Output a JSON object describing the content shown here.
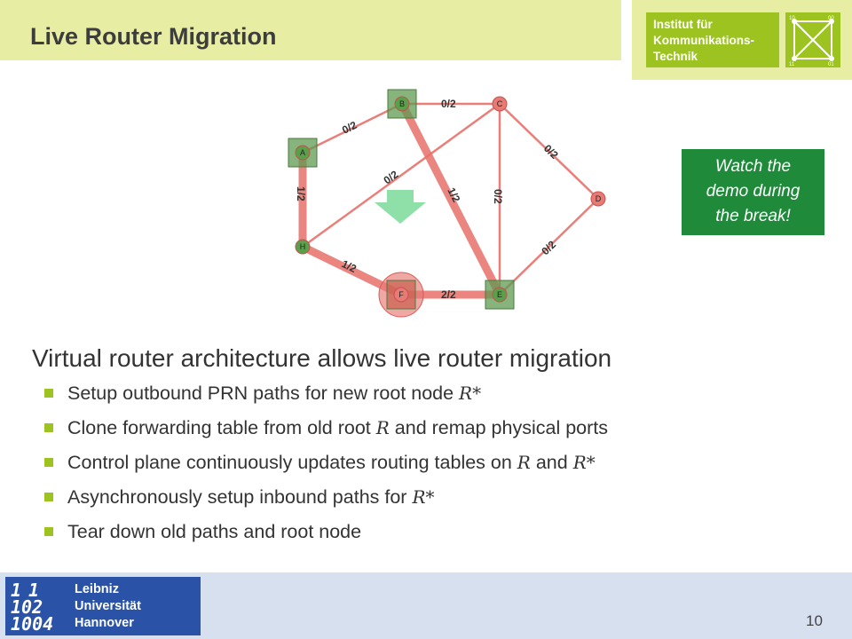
{
  "header": {
    "title": "Live Router Migration",
    "institute": {
      "line1": "Institut für",
      "line2": "Kommunikations-",
      "line3": "Technik"
    },
    "logo_labels": [
      "10",
      "00",
      "11",
      "01"
    ]
  },
  "callout": {
    "line1": "Watch the",
    "line2": "demo during",
    "line3": "the break!"
  },
  "diagram": {
    "nodes": [
      "A",
      "B",
      "C",
      "D",
      "E",
      "F",
      "H"
    ],
    "edges": [
      {
        "from": "A",
        "to": "B",
        "label": "0/2"
      },
      {
        "from": "B",
        "to": "C",
        "label": "0/2"
      },
      {
        "from": "C",
        "to": "D",
        "label": "0/2"
      },
      {
        "from": "A",
        "to": "H",
        "label": "1/2"
      },
      {
        "from": "H",
        "to": "C",
        "label": "0/2"
      },
      {
        "from": "B",
        "to": "E",
        "label": "1/2"
      },
      {
        "from": "C",
        "to": "E",
        "label": "0/2"
      },
      {
        "from": "D",
        "to": "E",
        "label": "0/2"
      },
      {
        "from": "H",
        "to": "F",
        "label": "1/2"
      },
      {
        "from": "F",
        "to": "E",
        "label": "2/2"
      }
    ]
  },
  "content": {
    "heading": "Virtual router architecture allows live router migration",
    "bullets": [
      {
        "before": "Setup outbound PRN paths for new root node ",
        "math1": "R*",
        "middle": "",
        "math2": "",
        "after": ""
      },
      {
        "before": "Clone forwarding table from old root ",
        "math1": "R",
        "middle": " and remap physical ports",
        "math2": "",
        "after": ""
      },
      {
        "before": "Control plane continuously updates routing tables on ",
        "math1": "R",
        "middle": " and ",
        "math2": "R*",
        "after": ""
      },
      {
        "before": "Asynchronously setup inbound paths for ",
        "math1": "R*",
        "middle": "",
        "math2": "",
        "after": ""
      },
      {
        "before": "Tear down old paths and root node",
        "math1": "",
        "middle": "",
        "math2": "",
        "after": ""
      }
    ]
  },
  "footer": {
    "logo_digits": [
      "1",
      "1",
      "1",
      "0",
      "2",
      "1",
      "0",
      "0",
      "4"
    ],
    "logo_line1": "Leibniz",
    "logo_line2": "Universität",
    "logo_line3": "Hannover",
    "page_number": "10"
  },
  "colors": {
    "band": "#e8eda4",
    "institute_green": "#9cc31f",
    "callout_green": "#1e8a3a",
    "edge_red": "#e8706a",
    "node_red": "#e87a74",
    "root_green": "#5f9a50",
    "arrow_green": "#8ee0a8",
    "footer_blue": "#d6e0ee",
    "luh_blue": "#2a53a8"
  }
}
